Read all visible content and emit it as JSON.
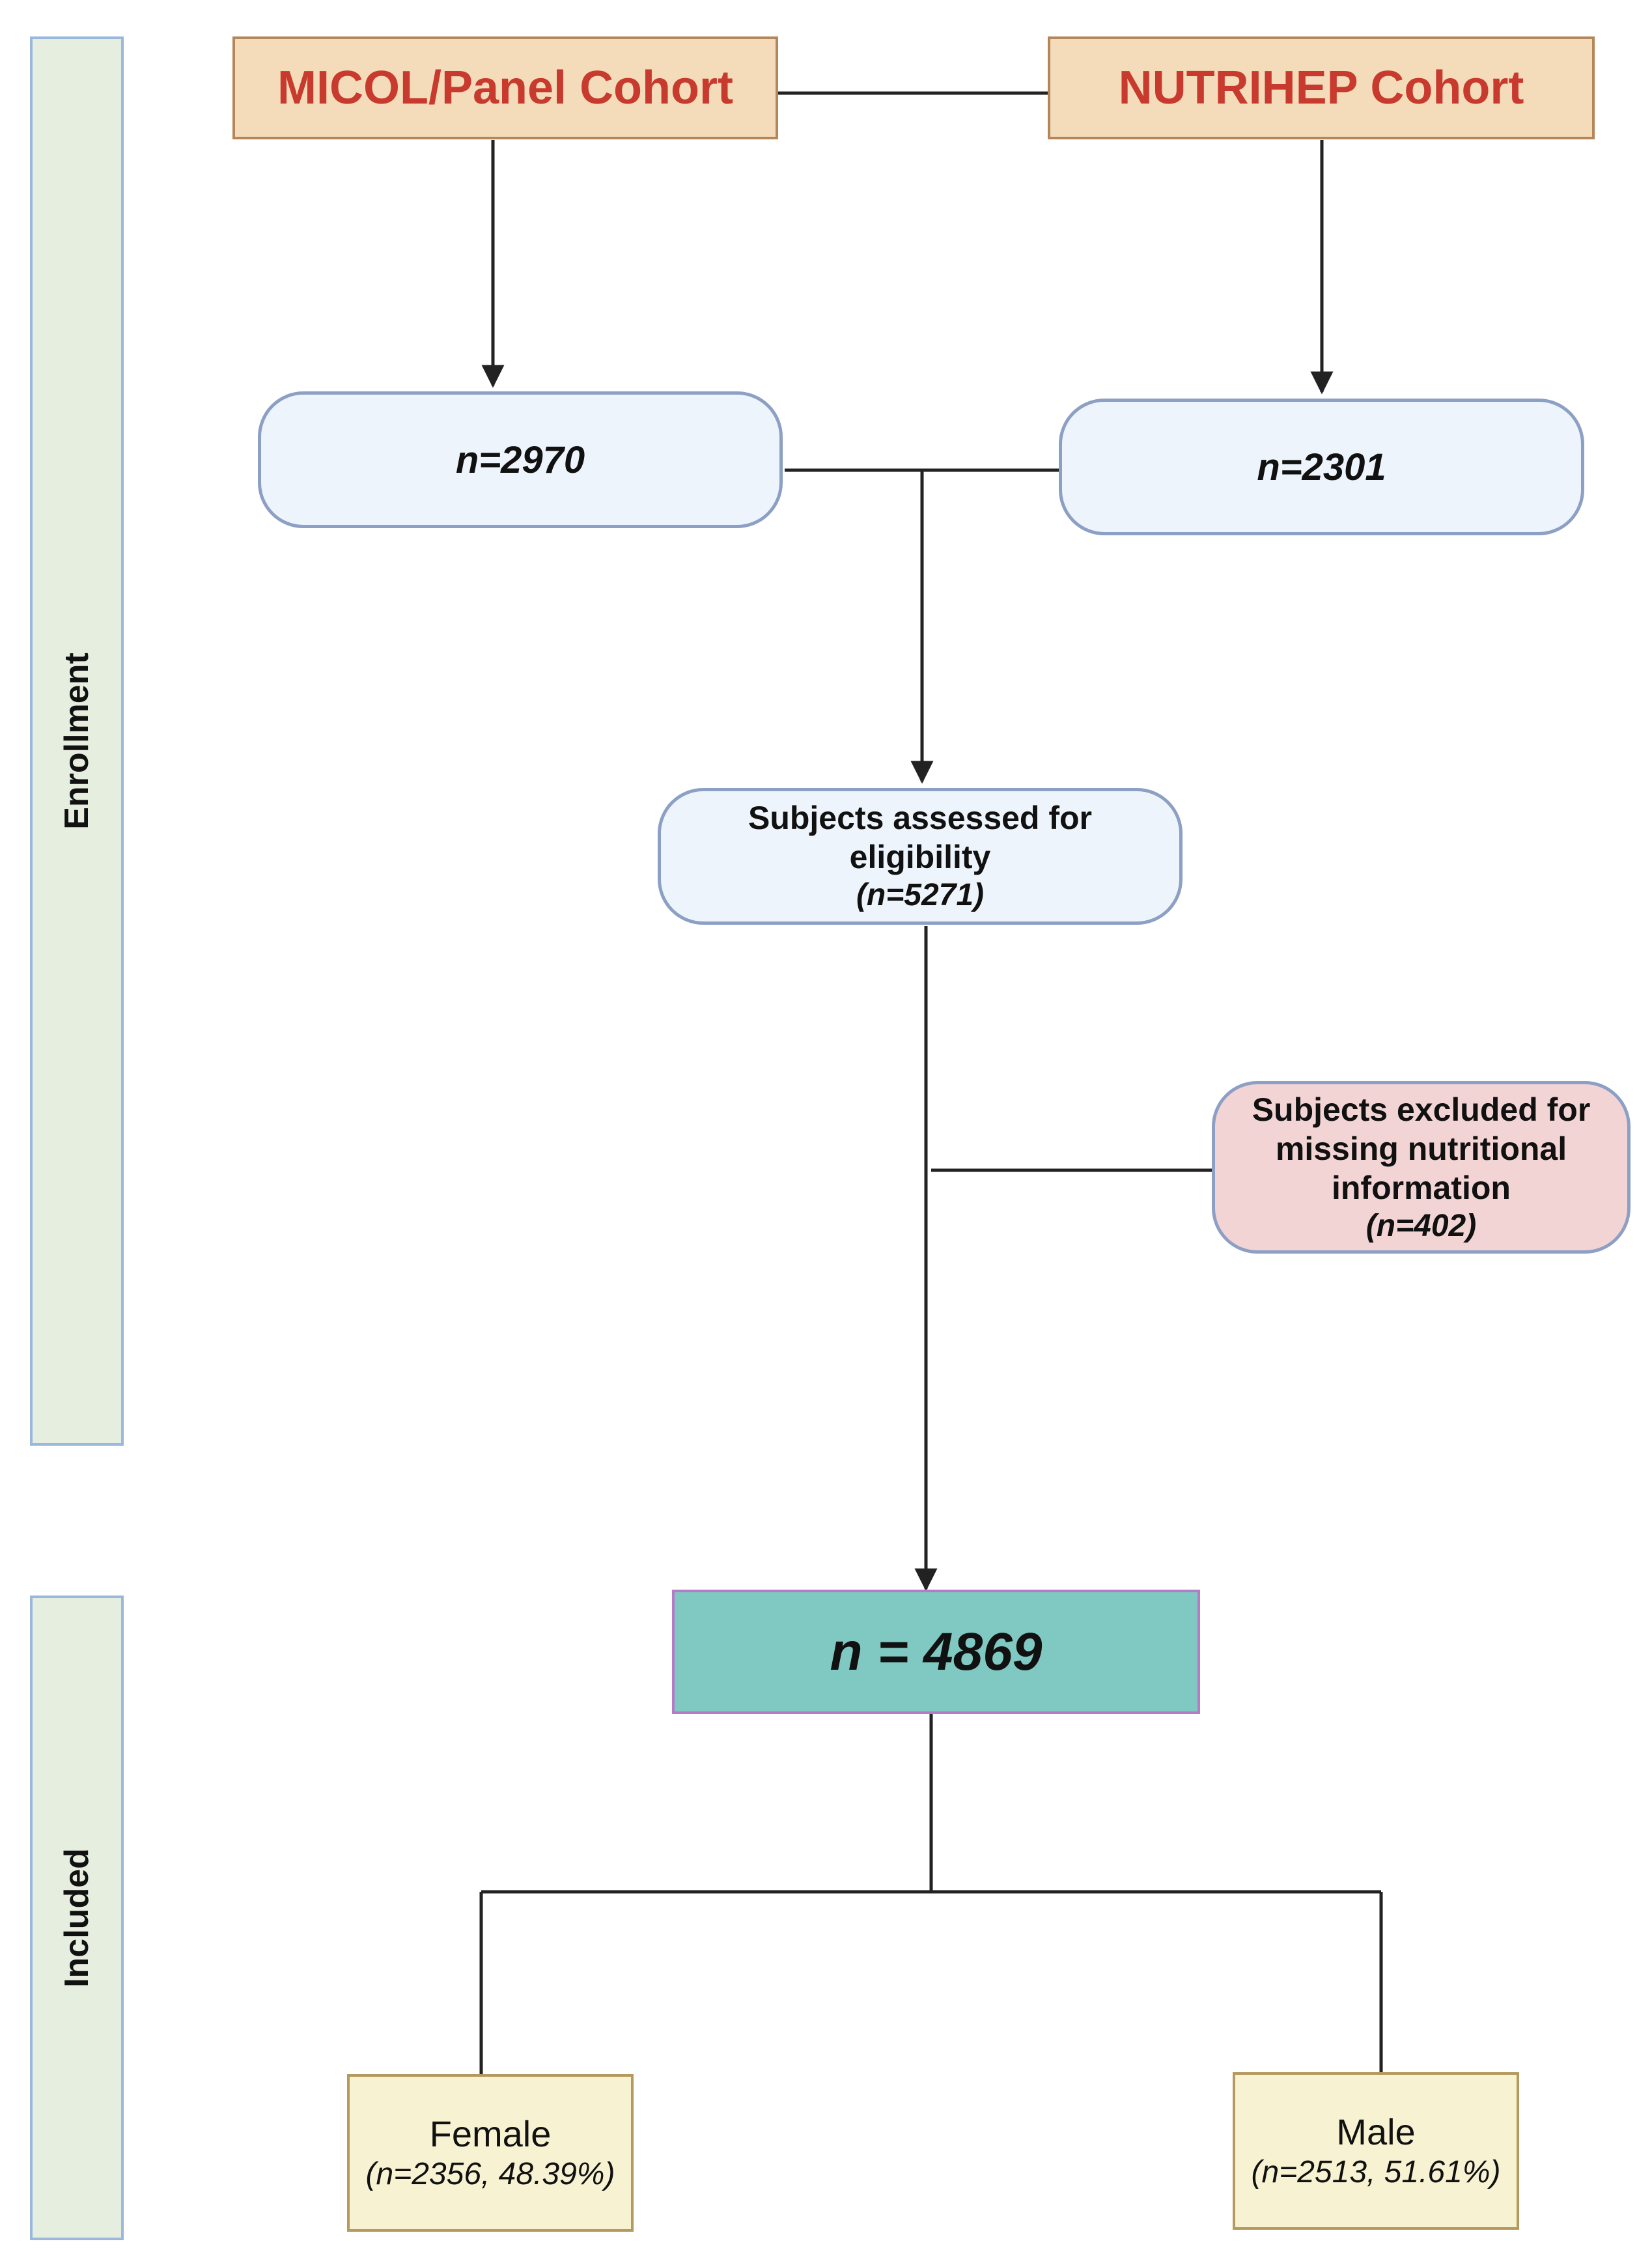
{
  "phases": {
    "enrollment": "Enrollment",
    "included": "Included"
  },
  "cohorts": {
    "micol": "MICOL/Panel Cohort",
    "nutrihep": "NUTRIHEP Cohort"
  },
  "counts": {
    "micol_n": "n=2970",
    "nutrihep_n": "n=2301"
  },
  "eligibility": {
    "line1": "Subjects assessed for",
    "line2": "eligibility",
    "n": "(n=5271)"
  },
  "excluded": {
    "line1": "Subjects excluded for",
    "line2": "missing nutritional",
    "line3": "information",
    "n": "(n=402)"
  },
  "included": {
    "label": "n = 4869"
  },
  "female": {
    "label": "Female",
    "n": "(n=2356, 48.39%)"
  },
  "male": {
    "label": "Male",
    "n": "(n=2513, 51.61%)"
  },
  "colors": {
    "cohort_text": "#c8392e",
    "included_fill": "#7fc9c2",
    "excluded_fill": "#f3d4d4",
    "sex_fill": "#f7f3d2"
  }
}
